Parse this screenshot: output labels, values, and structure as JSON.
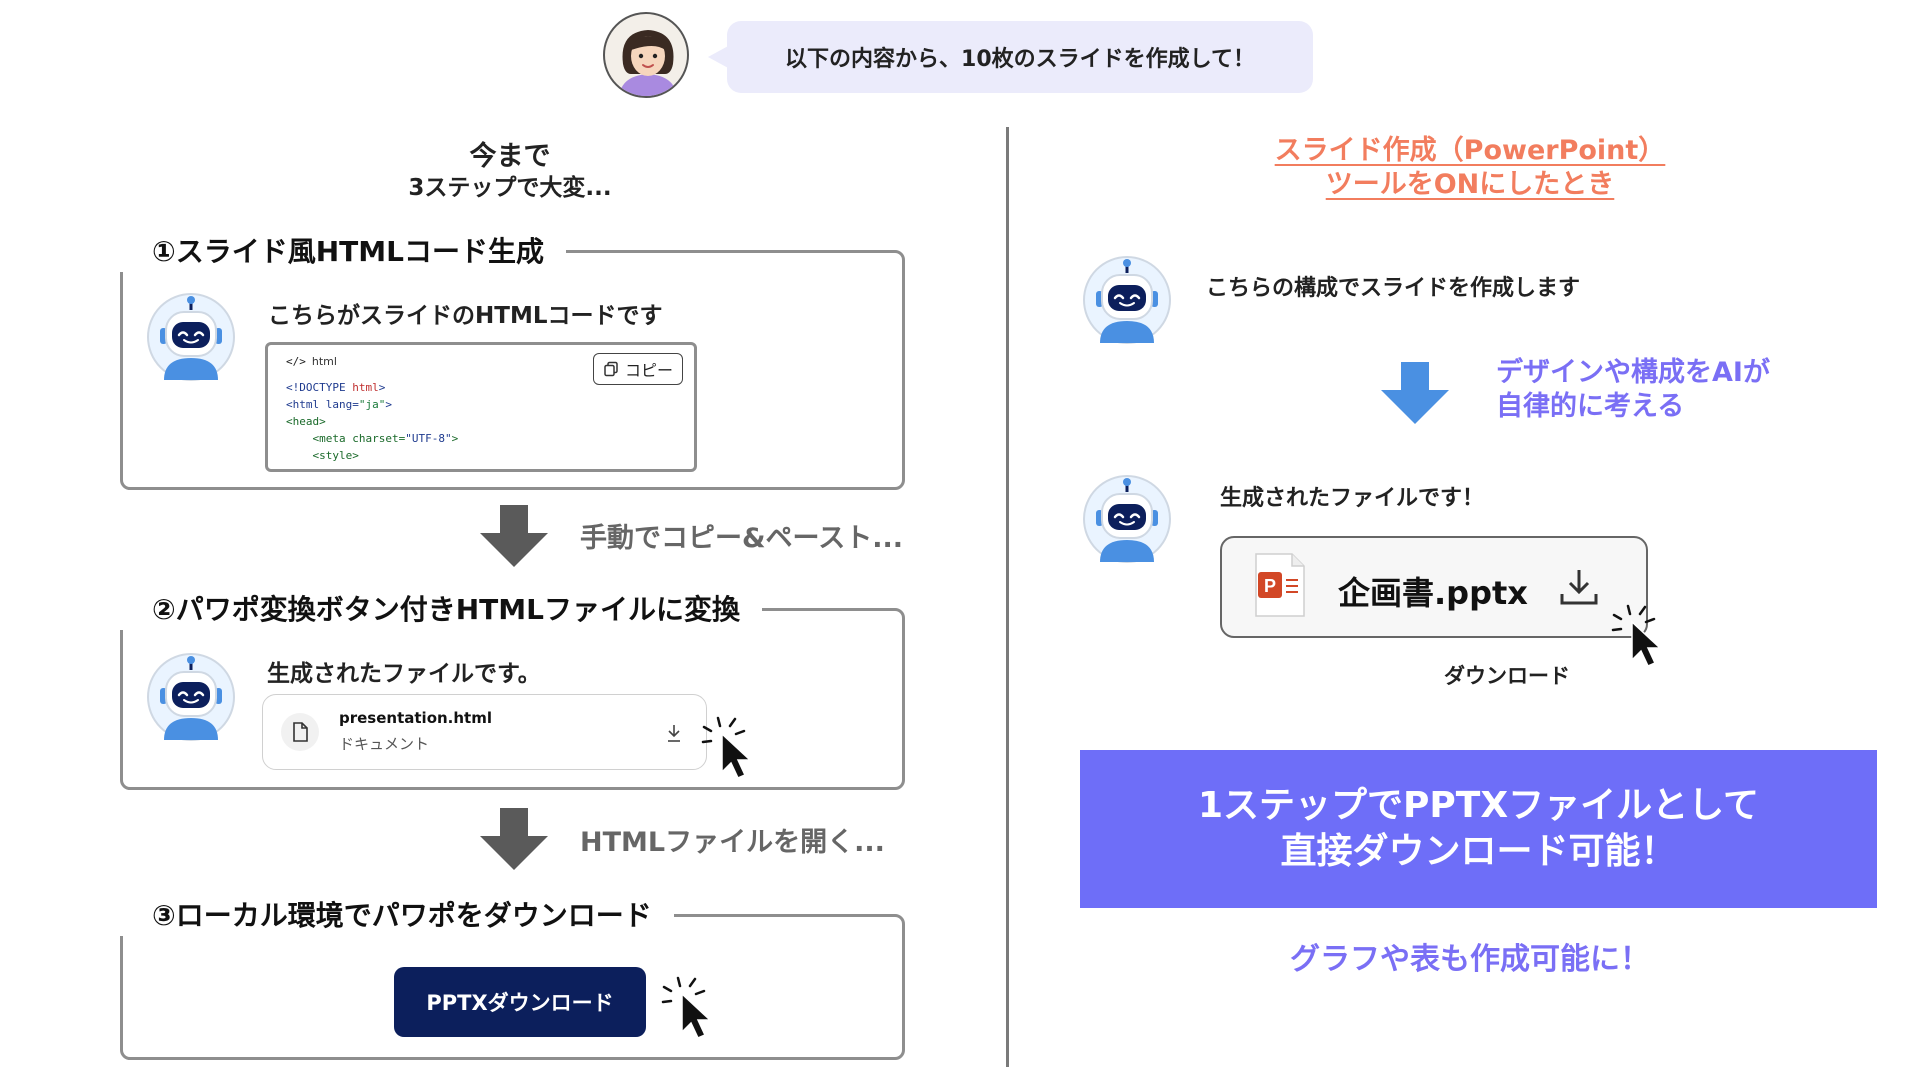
{
  "prompt": {
    "text": "以下の内容から、10枚のスライドを作成して！"
  },
  "left": {
    "header_line1": "今まで",
    "header_line2": "3ステップで大変...",
    "step1": {
      "title": "①スライド風HTMLコード生成",
      "message": "こちらがスライドのHTMLコードです",
      "code_lang": "html",
      "copy_label": "コピー",
      "code_lines": [
        {
          "a": "<!DOCTYPE ",
          "b": "html",
          "c": ">"
        },
        {
          "a": "<html lang=",
          "b": "\"ja\"",
          "c": ">"
        },
        {
          "a": "<head>",
          "b": "",
          "c": ""
        },
        {
          "a": "    <meta charset=",
          "b": "\"UTF-8\"",
          "c": ">"
        },
        {
          "a": "    <style>",
          "b": "",
          "c": ""
        }
      ]
    },
    "note1": "手動でコピー&ペースト...",
    "step2": {
      "title": "②パワポ変換ボタン付きHTMLファイルに変換",
      "message": "生成されたファイルです。",
      "file_name": "presentation.html",
      "file_type": "ドキュメント"
    },
    "note2": "HTMLファイルを開く...",
    "step3": {
      "title": "③ローカル環境でパワポをダウンロード",
      "button_label": "PPTXダウンロード"
    }
  },
  "right": {
    "header_line1": "スライド作成（PowerPoint）",
    "header_line2": "ツールをONにしたとき",
    "message1": "こちらの構成でスライドを作成します",
    "ai_note_line1": "デザインや構成をAIが",
    "ai_note_line2": "自律的に考える",
    "message2": "生成されたファイルです！",
    "file_name": "企画書.pptx",
    "download_label": "ダウンロード",
    "banner_line1": "1ステップでPPTXファイルとして",
    "banner_line2": "直接ダウンロード可能！",
    "footer": "グラフや表も作成可能に！"
  },
  "colors": {
    "accent_purple": "#6e6ef8",
    "accent_text_purple": "#7a6ff5",
    "accent_orange": "#f27d5e",
    "navy_button": "#0c1f5c",
    "arrow_gray": "#5a5a5a",
    "arrow_blue": "#4a90e2"
  },
  "icons": [
    "user-avatar-icon",
    "robot-icon",
    "code-icon",
    "copy-icon",
    "document-icon",
    "download-icon",
    "cursor-click-icon",
    "powerpoint-file-icon",
    "arrow-down-icon"
  ]
}
